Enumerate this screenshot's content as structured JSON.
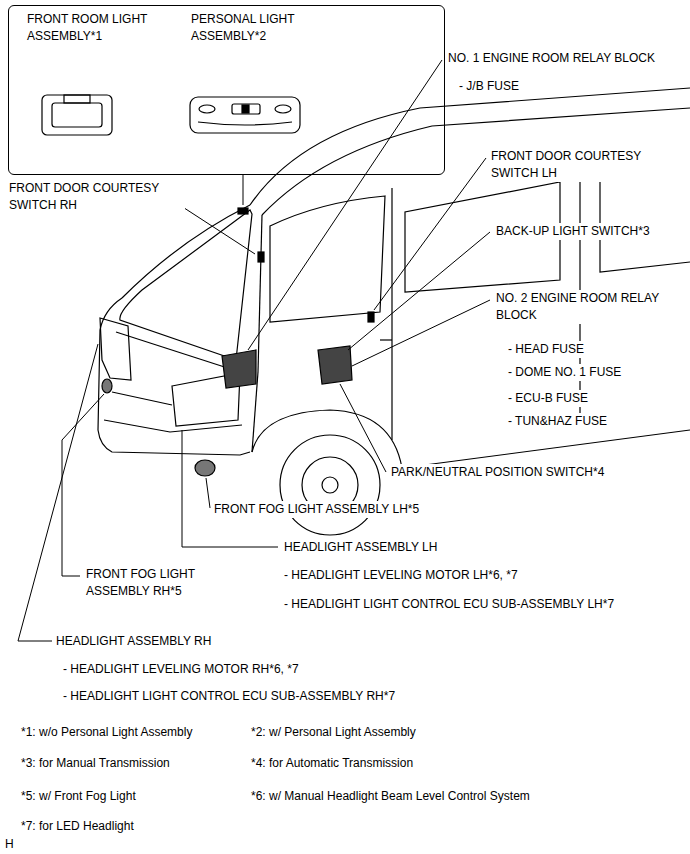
{
  "diagram": {
    "nodes": [
      {
        "text": [
          "FRONT ROOM LIGHT ASSEMBLY*1",
          "PERSONAL LIGHT ASSEMBLY*2"
        ]
      }
    ],
    "labels": [
      "FRONT DOOR COURTESY SWITCH RH",
      "NO. 1 ENGINE ROOM RELAY BLOCK",
      "- J/B FUSE",
      "FRONT DOOR COURTESY SWITCH LH",
      "BACK-UP LIGHT SWITCH*3",
      "NO. 2 ENGINE ROOM RELAY BLOCK",
      "- HEAD FUSE",
      "- DOME NO. 1 FUSE",
      "- ECU-B FUSE",
      "- TUN&HAZ FUSE",
      "PARK/NEUTRAL POSITION SWITCH*4",
      "FRONT FOG LIGHT ASSEMBLY LH*5",
      "HEADLIGHT ASSEMBLY LH",
      "- HEADLIGHT LEVELING MOTOR LH*6, *7",
      "- HEADLIGHT LIGHT CONTROL ECU SUB-ASSEMBLY LH*7",
      "FRONT FOG LIGHT ASSEMBLY RH*5",
      "HEADLIGHT ASSEMBLY RH",
      "- HEADLIGHT LEVELING MOTOR RH*6, *7",
      "- HEADLIGHT LIGHT CONTROL ECU SUB-ASSEMBLY RH*7",
      "*1: w/o Personal Light Assembly",
      "*2: w/ Personal Light Assembly",
      "*3: for Manual Transmission",
      "*4: for Automatic Transmission",
      "*5: w/ Front Fog Light",
      "*6: w/ Manual Headlight Beam Level Control System",
      "*7: for LED Headlight",
      "H"
    ]
  }
}
